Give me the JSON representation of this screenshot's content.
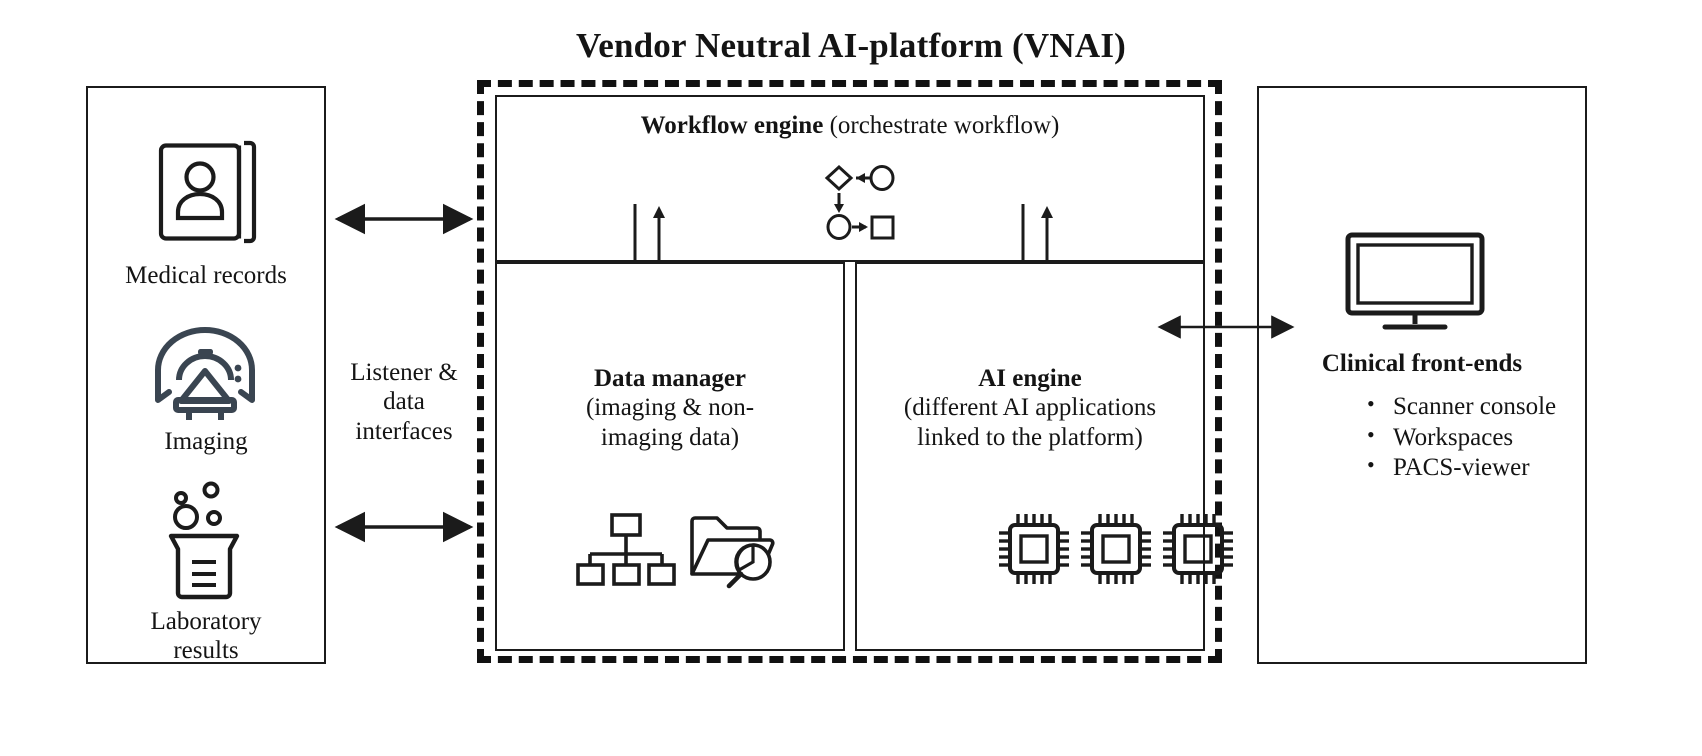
{
  "diagram": {
    "title": "Vendor Neutral AI-platform (VNAI)",
    "type": "architecture-block-diagram"
  },
  "left_panel": {
    "name": "data-sources",
    "items": [
      {
        "icon": "medical-record-book-icon",
        "label": "Medical records"
      },
      {
        "icon": "ct-scanner-icon",
        "label": "Imaging"
      },
      {
        "icon": "laboratory-beaker-icon",
        "label_line1": "Laboratory",
        "label_line2": "results"
      }
    ]
  },
  "connector": {
    "label_line1": "Listener &",
    "label_line2": "data",
    "label_line3": "interfaces",
    "arrows": "bidirectional"
  },
  "platform": {
    "border_style": "dashed",
    "workflow_engine": {
      "title_bold": "Workflow engine",
      "title_rest": "(orchestrate workflow)",
      "icon": "flowchart-icon",
      "icon_glyphs": [
        "diamond",
        "left-arrow",
        "circle",
        "down-arrow",
        "circle",
        "right-arrow",
        "square"
      ]
    },
    "data_manager": {
      "title": "Data manager",
      "desc_line1": "(imaging & non-",
      "desc_line2": "imaging data)",
      "icons": [
        "hierarchy-tree-icon",
        "folder-search-icon"
      ]
    },
    "ai_engine": {
      "title": "AI engine",
      "desc_line1": "(different AI applications",
      "desc_line2": "linked to the platform)",
      "icons": [
        "cpu-chip-icon",
        "cpu-chip-icon",
        "cpu-chip-icon"
      ]
    }
  },
  "right_panel": {
    "icon": "monitor-icon",
    "title": "Clinical front-ends",
    "items": [
      "Scanner console",
      "Workspaces",
      "PACS-viewer"
    ]
  },
  "colors": {
    "stroke": "#1b1b1b",
    "text": "#141414",
    "icon_slate": "#3a4551",
    "background": "#ffffff"
  }
}
